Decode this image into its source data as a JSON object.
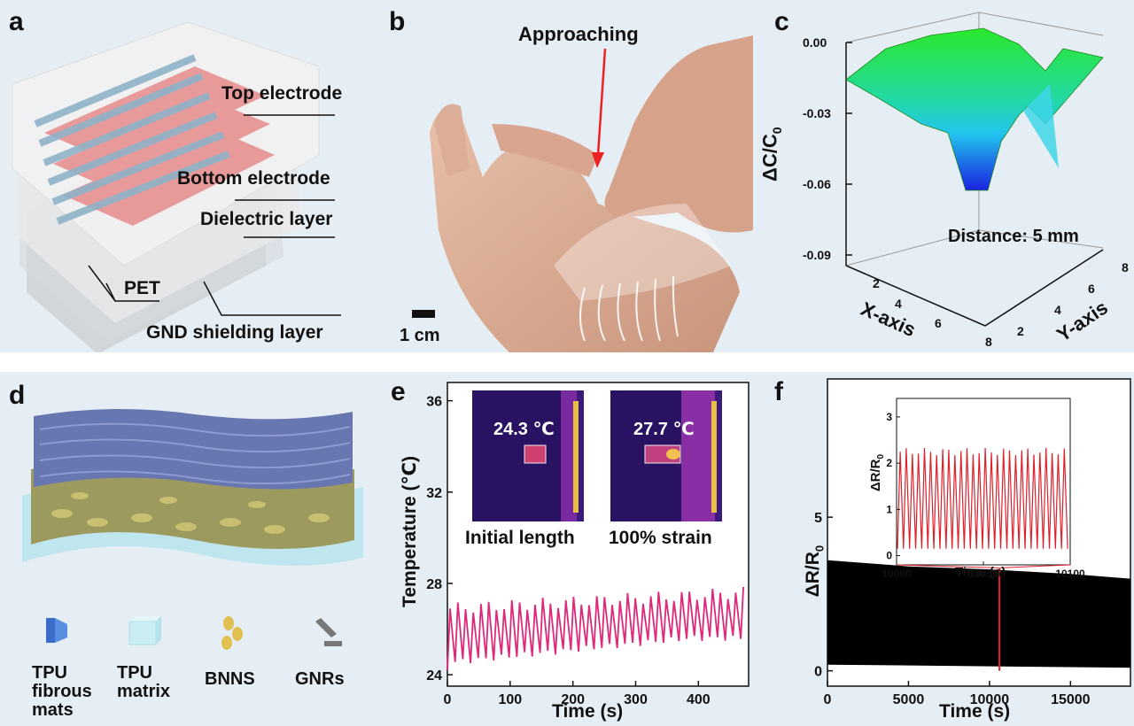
{
  "panels": {
    "a": {
      "label": "a",
      "layers": [
        "Top electrode",
        "Bottom electrode",
        "Dielectric layer",
        "PET",
        "GND shielding layer"
      ]
    },
    "b": {
      "label": "b",
      "annotation": "Approaching",
      "scale": "1 cm"
    },
    "c": {
      "label": "c",
      "annotation": "Distance: 5 mm",
      "zlabel": "ΔC/C",
      "zlabel_sub": "0",
      "zticks": [
        "0.00",
        "-0.03",
        "-0.06",
        "-0.09"
      ],
      "xlabel": "X-axis",
      "ylabel": "Y-axis",
      "xticks": [
        "2",
        "4",
        "6",
        "8"
      ],
      "yticks": [
        "2",
        "4",
        "6",
        "8"
      ]
    },
    "d": {
      "label": "d",
      "legend": [
        "TPU fibrous mats",
        "TPU matrix",
        "BNNS",
        "GNRs"
      ]
    },
    "e": {
      "label": "e",
      "inset_left_temp": "24.3 ℃",
      "inset_right_temp": "27.7 ℃",
      "inset_left_caption": "Initial length",
      "inset_right_caption": "100% strain"
    },
    "f": {
      "label": "f"
    }
  },
  "colors": {
    "panel_bg": "#e6eef5",
    "curve_e": "#e0287a",
    "curve_f_inset": "#e0202a",
    "surface_top": "#2be82b",
    "surface_bottom": "#1a22e0"
  },
  "chart_data": [
    {
      "type": "line",
      "panel": "e",
      "xlabel": "Time (s)",
      "ylabel": "Temperature (℃)",
      "xlim": [
        0,
        480
      ],
      "ylim": [
        23.5,
        36.8
      ],
      "xticks": [
        0,
        100,
        200,
        300,
        400
      ],
      "yticks": [
        24,
        28,
        32,
        36
      ],
      "period": 12.3,
      "peak_range": [
        26.6,
        27.6
      ],
      "trough_range": [
        24.3,
        25.6
      ]
    },
    {
      "type": "area",
      "panel": "f",
      "xlabel": "Time (s)",
      "ylabel": "ΔR/R",
      "ylabel_sub": "0",
      "xlim": [
        0,
        18700
      ],
      "ylim": [
        -0.5,
        9.5
      ],
      "xticks": [
        0,
        5000,
        10000,
        15000
      ],
      "yticks": [
        0,
        5
      ],
      "upper_envelope": [
        [
          0,
          3.6
        ],
        [
          5000,
          3.4
        ],
        [
          10000,
          3.3
        ],
        [
          15000,
          3.15
        ],
        [
          18700,
          3.0
        ]
      ],
      "lower_envelope": [
        [
          0,
          0.2
        ],
        [
          18700,
          0.1
        ]
      ],
      "highlight_x": [
        10560,
        10650
      ]
    },
    {
      "type": "line",
      "panel": "f-inset",
      "xlabel": "Time (s)",
      "ylabel": "ΔR/R",
      "ylabel_sub": "0",
      "xlim": [
        10000,
        10100
      ],
      "ylim": [
        -0.2,
        3.4
      ],
      "xticks": [
        10000,
        10050,
        10100
      ],
      "yticks": [
        0,
        1,
        2,
        3
      ],
      "period": 3.5,
      "peak": 2.25,
      "trough": 0.15
    }
  ]
}
